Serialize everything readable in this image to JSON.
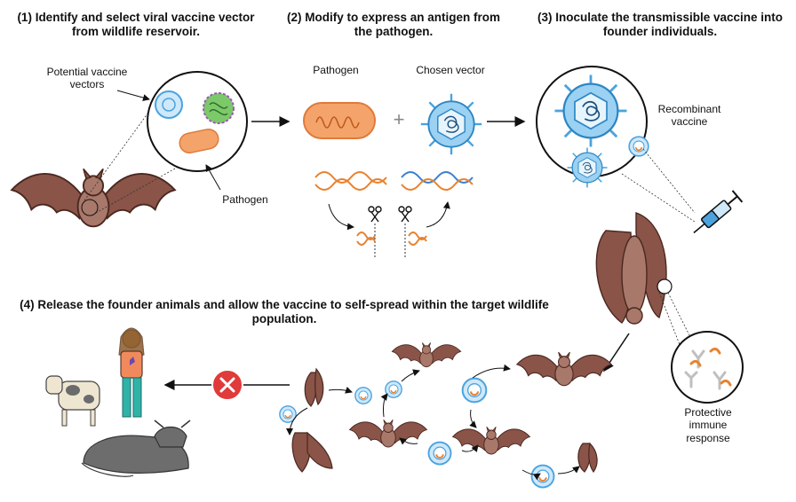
{
  "steps": {
    "s1": "(1) Identify and select viral vaccine vector from wildlife reservoir.",
    "s2": "(2) Modify to express an antigen from the pathogen.",
    "s3": "(3) Inoculate the transmissible vaccine into founder individuals.",
    "s4": "(4) Release the founder animals and allow the vaccine to self-spread within the target wildlife population."
  },
  "labels": {
    "potential_vectors": "Potential vaccine vectors",
    "pathogen_bat": "Pathogen",
    "pathogen": "Pathogen",
    "chosen_vector": "Chosen vector",
    "recombinant": "Recombinant vaccine",
    "protective": "Protective immune response"
  },
  "colors": {
    "bat": "#8a5448",
    "bat_dark": "#5a3128",
    "pathogen": "#f4a46a",
    "vector": "#4aa3df",
    "virus_green": "#7cc96a",
    "dna_orange": "#e8822e",
    "dna_blue": "#3b7fd0",
    "blocked": "#e03a3a",
    "human_shirt": "#f08a5d",
    "human_pants": "#2fb3a8"
  },
  "icons": [
    "bat-icon",
    "pathogen-icon",
    "vector-virus-icon",
    "dna-icon",
    "scissors-icon",
    "syringe-icon",
    "antibody-icon",
    "blocked-icon",
    "cow-icon",
    "person-icon"
  ]
}
